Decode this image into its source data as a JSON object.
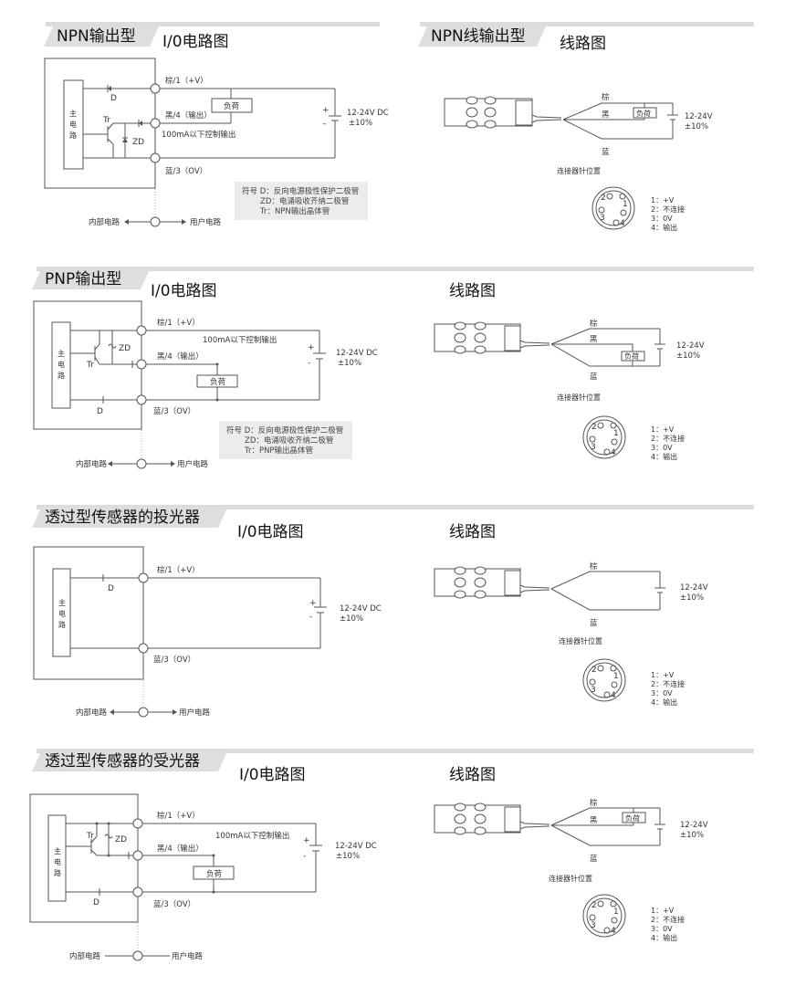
{
  "sections": [
    {
      "tab": "NPN输出型",
      "io_title": "I/0电路图",
      "tab2": "NPN线输出型",
      "wiring_title": "线路图",
      "circuit": {
        "main_block": [
          "主",
          "电",
          "路"
        ],
        "terminal_brown": "棕/1（+V）",
        "terminal_black": "黑/4（输出）",
        "terminal_blue": "蓝/3（OV）",
        "output_note": "100mA以下控制输出",
        "load": "负荷",
        "supply_line1": "12-24V DC",
        "supply_line2": "±10%",
        "plus": "+",
        "minus": "–",
        "d_label": "D",
        "tr_label": "Tr",
        "zd_label": "ZD",
        "internal": "内部电路",
        "user": "用户电路",
        "legend": [
          "符号 D：反向电源极性保护二极管",
          "ZD：电涌吸收齐纳二极管",
          "Tr：NPN输出晶体管"
        ]
      },
      "wiring": {
        "brown": "棕",
        "black": "黑",
        "blue": "蓝",
        "load": "负荷",
        "supply_line1": "12-24V",
        "supply_line2": "±10%",
        "connector_title": "连接器针位置",
        "pins": [
          "1：+V",
          "2：不连接",
          "3：0V",
          "4：输出"
        ]
      }
    },
    {
      "tab": "PNP输出型",
      "io_title": "I/0电路图",
      "wiring_title": "线路图",
      "circuit": {
        "main_block": [
          "主",
          "电",
          "路"
        ],
        "terminal_brown": "棕/1（+V）",
        "terminal_black": "黑/4（输出）",
        "terminal_blue": "蓝/3（OV）",
        "output_note": "100mA以下控制输出",
        "load": "负荷",
        "supply_line1": "12-24V DC",
        "supply_line2": "±10%",
        "plus": "+",
        "minus": "-",
        "d_label": "D",
        "tr_label": "Tr",
        "zd_label": "ZD",
        "internal": "内部电路",
        "user": "用户电路",
        "legend": [
          "符号 D：反向电源极性保护二极管",
          "ZD：电涌吸收齐纳二极管",
          "Tr：PNP输出晶体管"
        ]
      },
      "wiring": {
        "brown": "棕",
        "black": "黑",
        "blue": "蓝",
        "load": "负荷",
        "supply_line1": "12-24V",
        "supply_line2": "±10%",
        "connector_title": "连接器针位置",
        "pins": [
          "1：+V",
          "2：不连接",
          "3：0V",
          "4：输出"
        ]
      }
    },
    {
      "tab": "透过型传感器的投光器",
      "io_title": "I/0电路图",
      "wiring_title": "线路图",
      "circuit": {
        "main_block": [
          "主",
          "电",
          "路"
        ],
        "terminal_brown": "棕/1（+V）",
        "terminal_blue": "蓝/3（OV）",
        "supply_line1": "12-24V DC",
        "supply_line2": "±10%",
        "plus": "+",
        "minus": "-",
        "d_label": "D",
        "internal": "内部电路",
        "user": "用户电路"
      },
      "wiring": {
        "brown": "棕",
        "blue": "蓝",
        "supply_line1": "12-24V",
        "supply_line2": "±10%",
        "connector_title": "连接器针位置",
        "pins": [
          "1：+V",
          "2：不连接",
          "3：0V",
          "4：输出"
        ]
      }
    },
    {
      "tab": "透过型传感器的受光器",
      "io_title": "I/0电路图",
      "wiring_title": "线路图",
      "circuit": {
        "main_block": [
          "主",
          "电",
          "路"
        ],
        "terminal_brown": "棕/1（+V）",
        "terminal_black": "黑/4（输出）",
        "terminal_blue": "蓝/3（OV）",
        "output_note": "100mA以下控制输出",
        "load": "负荷",
        "supply_line1": "12-24V DC",
        "supply_line2": "±10%",
        "plus": "+",
        "minus": "-",
        "d_label": "D",
        "tr_label": "Tr",
        "zd_label": "ZD",
        "internal": "内部电路",
        "user": "用户电路"
      },
      "wiring": {
        "brown": "棕",
        "black": "黑",
        "blue": "蓝",
        "load": "负荷",
        "supply_line1": "12-24V",
        "supply_line2": "±10%",
        "connector_title": "连接器针位置",
        "pins": [
          "1：+V",
          "2：不连接",
          "3：0V",
          "4：输出"
        ]
      }
    }
  ],
  "pin_numbers": [
    "1",
    "2",
    "3",
    "4"
  ],
  "colors": {
    "header_bar": "#dcdcdc",
    "tab_bg": "#dedede",
    "legend_bg": "#ececec",
    "line": "#555555"
  }
}
